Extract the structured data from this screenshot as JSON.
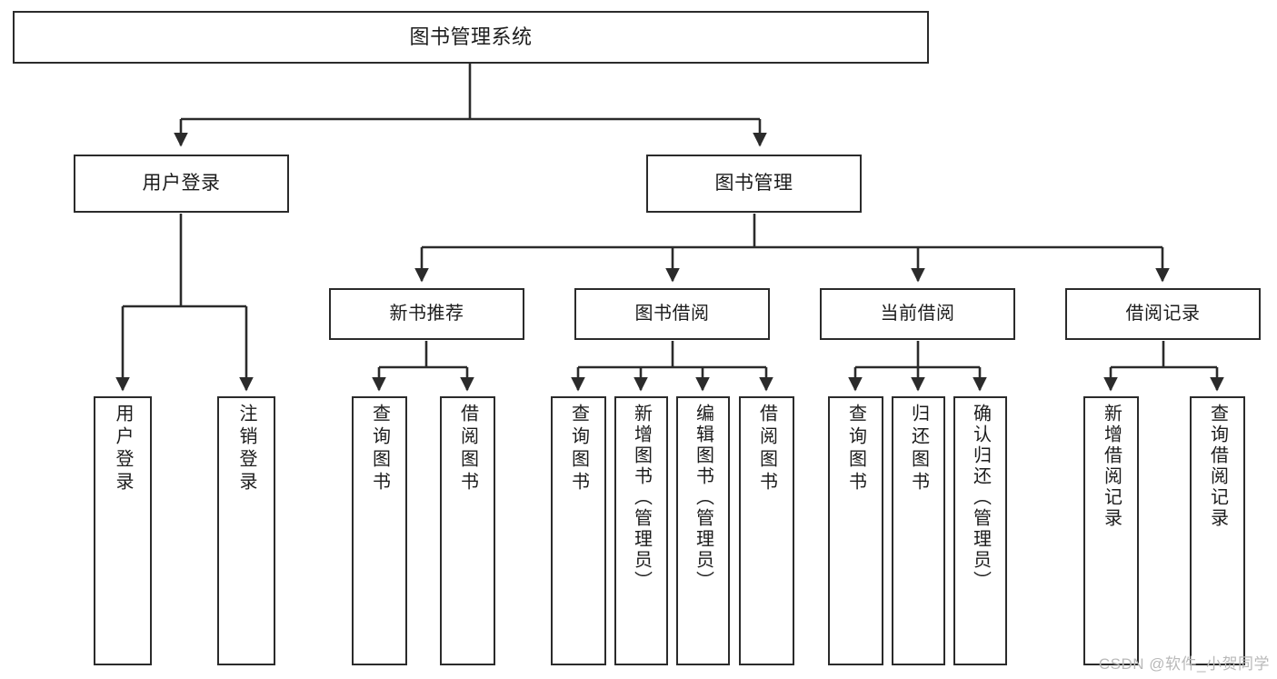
{
  "diagram": {
    "title": "图书管理系统",
    "type": "functional-structure-tree",
    "root": {
      "id": "root",
      "label": "图书管理系统"
    },
    "level2": [
      {
        "id": "user-login",
        "label": "用户登录"
      },
      {
        "id": "book-manage",
        "label": "图书管理"
      }
    ],
    "level3": [
      {
        "id": "new-book-recommend",
        "label": "新书推荐",
        "parent": "book-manage"
      },
      {
        "id": "book-borrow",
        "label": "图书借阅",
        "parent": "book-manage"
      },
      {
        "id": "current-borrow",
        "label": "当前借阅",
        "parent": "book-manage"
      },
      {
        "id": "borrow-record",
        "label": "借阅记录",
        "parent": "book-manage"
      }
    ],
    "leaves": [
      {
        "id": "leaf-user-login",
        "label": "用户登录",
        "parent": "user-login"
      },
      {
        "id": "leaf-user-logout",
        "label": "注销登录",
        "parent": "user-login"
      },
      {
        "id": "leaf-query-book-1",
        "label": "查询图书",
        "parent": "new-book-recommend"
      },
      {
        "id": "leaf-borrow-book-1",
        "label": "借阅图书",
        "parent": "new-book-recommend"
      },
      {
        "id": "leaf-query-book-2",
        "label": "查询图书",
        "parent": "book-borrow"
      },
      {
        "id": "leaf-add-book",
        "label": "新增图书（管理员）",
        "parent": "book-borrow"
      },
      {
        "id": "leaf-edit-book",
        "label": "编辑图书（管理员）",
        "parent": "book-borrow"
      },
      {
        "id": "leaf-borrow-book-2",
        "label": "借阅图书",
        "parent": "book-borrow"
      },
      {
        "id": "leaf-query-book-3",
        "label": "查询图书",
        "parent": "current-borrow"
      },
      {
        "id": "leaf-return-book",
        "label": "归还图书",
        "parent": "current-borrow"
      },
      {
        "id": "leaf-confirm-return",
        "label": "确认归还（管理员）",
        "parent": "current-borrow"
      },
      {
        "id": "leaf-add-record",
        "label": "新增借阅记录",
        "parent": "borrow-record"
      },
      {
        "id": "leaf-query-record",
        "label": "查询借阅记录",
        "parent": "borrow-record"
      }
    ]
  },
  "watermark": {
    "text": "CSDN @软件_小贺同学"
  },
  "colors": {
    "stroke": "#2b2b2b",
    "background": "#ffffff",
    "text": "#1c1c1c",
    "watermark": "#b9b9b9"
  }
}
